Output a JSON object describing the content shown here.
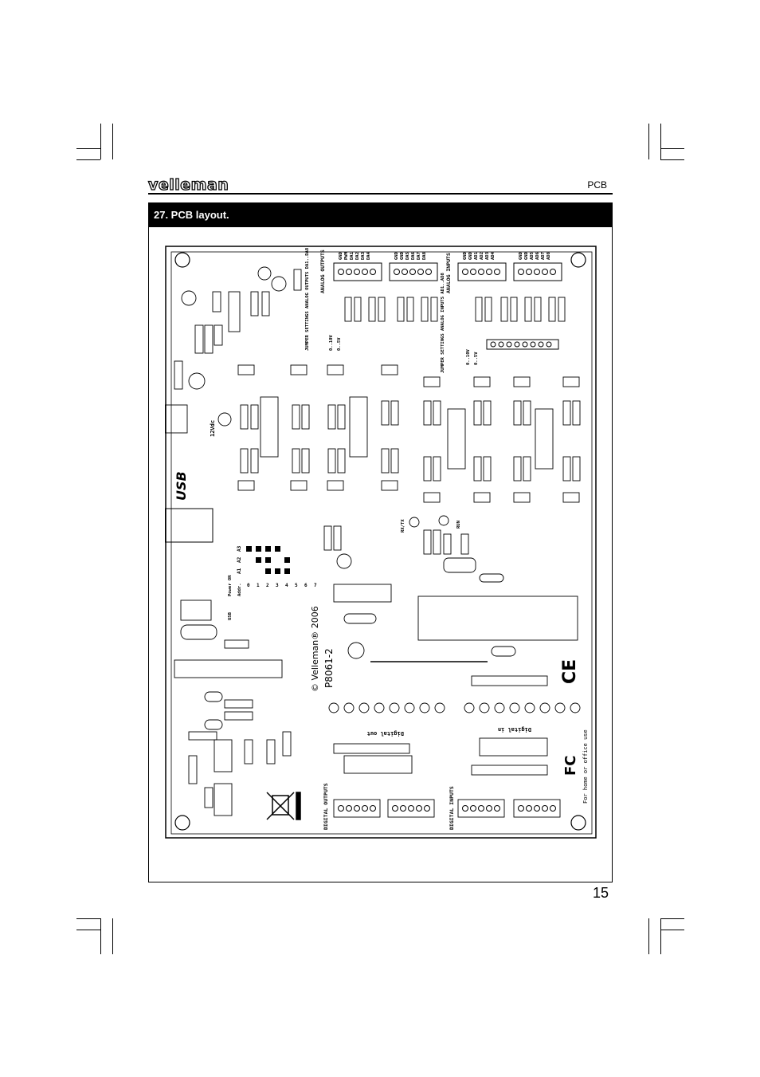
{
  "header": {
    "brand": "velleman",
    "section": "PCB"
  },
  "section_title": "27.  PCB layout.",
  "page_number": "15",
  "pcb": {
    "connectors": {
      "analog_outputs": "ANALOG OUTPUTS",
      "analog_inputs": "ANALOG INPUTS",
      "digital_outputs": "DIGITAL OUTPUTS",
      "digital_inputs": "DIGITAL INPUTS"
    },
    "terminals": {
      "sk1": [
        "GND",
        "PWM",
        "DA1",
        "DA2",
        "DA3",
        "DA4"
      ],
      "sk2": [
        "GND",
        "GND",
        "DA5",
        "DA6",
        "DA7",
        "DA8"
      ],
      "sk3": [
        "GND",
        "GND",
        "AD1",
        "AD2",
        "AD3",
        "AD4"
      ],
      "sk4": [
        "GND",
        "GND",
        "AD5",
        "AD6",
        "AD7",
        "AD8"
      ]
    },
    "jumper_settings_out": "JUMPER SETTINGS ANALOG OUTPUTS DA1..DA8",
    "jumper_settings_in": "JUMPER SETTINGS ANALOG INPUTS AD1..AD8",
    "range_a": "0..10V",
    "range_b": "0..5V",
    "power_label": "12Vdc",
    "usb_logo": "USB",
    "rxtx": "RX/TX",
    "run": "RUN",
    "power_on": "Power ON",
    "usb": "USB",
    "addr": "Addr.",
    "addr_cols": [
      "A1",
      "A2",
      "A3"
    ],
    "addr_values": [
      "0",
      "1",
      "2",
      "3",
      "4",
      "5",
      "6",
      "7"
    ],
    "copyright": "© Velleman® 2006",
    "board": "P8061-2",
    "digital_out": "Digital out",
    "digital_in": "Digital in",
    "for_home": "For home or office use",
    "ce": "CE",
    "fc": "FC"
  }
}
